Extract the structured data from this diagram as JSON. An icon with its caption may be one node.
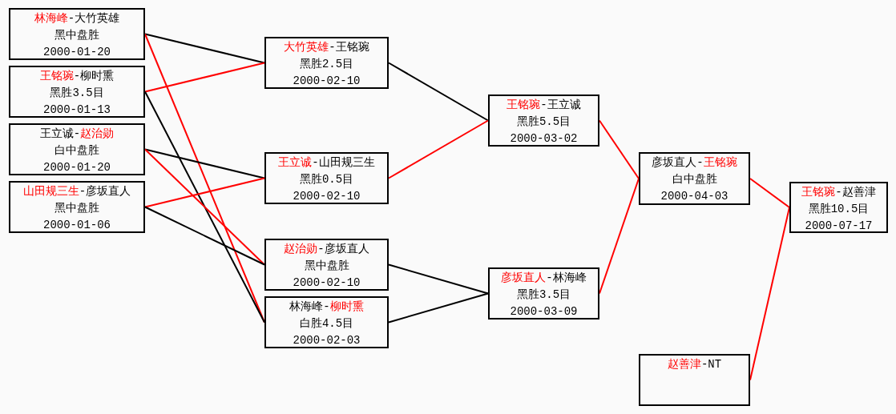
{
  "diagram": {
    "nodes": [
      {
        "text": [
          "**林海峰**-大竹英雄",
          "黑中盘胜",
          "2000-01-20"
        ]
      },
      {
        "text": [
          "**王铭琬**-柳时熏",
          "黑胜3.5目",
          "2000-01-13"
        ]
      },
      {
        "text": [
          "王立诚-**赵治勋**",
          "白中盘胜",
          "2000-01-20"
        ]
      },
      {
        "text": [
          "**山田规三生**-彦坂直人",
          "黑中盘胜",
          "2000-01-06"
        ]
      },
      {
        "text": [
          "**大竹英雄**-王铭琬",
          "黑胜2.5目",
          "2000-02-10"
        ]
      },
      {
        "text": [
          "**王立诚**-山田规三生",
          "黑胜0.5目",
          "2000-02-10"
        ]
      },
      {
        "text": [
          "**赵治勋**-彦坂直人",
          "黑中盘胜",
          "2000-02-10"
        ]
      },
      {
        "text": [
          "林海峰-**柳时熏**",
          "白胜4.5目",
          "2000-02-03"
        ]
      },
      {
        "text": [
          "**王铭琬**-王立诚",
          "黑胜5.5目",
          "2000-03-02"
        ]
      },
      {
        "text": [
          "**彦坂直人**-林海峰",
          "黑胜3.5目",
          "2000-03-09"
        ]
      },
      {
        "text": [
          "彦坂直人-**王铭琬**",
          "白中盘胜",
          "2000-04-03"
        ]
      },
      {
        "text": [
          "**赵善津**-NT"
        ]
      },
      {
        "text": [
          "**王铭琬**-赵善津",
          "黑胜10.5目",
          "2000-07-17"
        ]
      }
    ],
    "edges": [
      {
        "from": 0,
        "to": 4,
        "arrow": "none",
        "color": "#000000"
      },
      {
        "from": 0,
        "to": 7,
        "arrow": "none"
      },
      {
        "from": 1,
        "to": 4,
        "arrow": "none"
      },
      {
        "from": 1,
        "to": 7,
        "arrow": "none",
        "color": "#000000"
      },
      {
        "from": 2,
        "to": 5,
        "arrow": "none",
        "color": "#000000"
      },
      {
        "from": 2,
        "to": 6,
        "arrow": "none"
      },
      {
        "from": 3,
        "to": 5,
        "arrow": "none"
      },
      {
        "from": 3,
        "to": 6,
        "arrow": "none",
        "color": "#000000"
      },
      {
        "from": 4,
        "to": 8,
        "arrow": "none",
        "color": "#000000"
      },
      {
        "from": 5,
        "to": 8,
        "arrow": "none"
      },
      {
        "from": 6,
        "to": 9,
        "arrow": "none",
        "color": "#000000"
      },
      {
        "from": 7,
        "to": 9,
        "arrow": "none",
        "color": "#000000"
      },
      {
        "from": 8,
        "to": 10,
        "arrow": "none"
      },
      {
        "from": 9,
        "to": 10,
        "arrow": "none"
      },
      {
        "from": 10,
        "to": 12,
        "arrow": "none"
      },
      {
        "from": 11,
        "to": 12,
        "arrow": "none"
      }
    ]
  }
}
